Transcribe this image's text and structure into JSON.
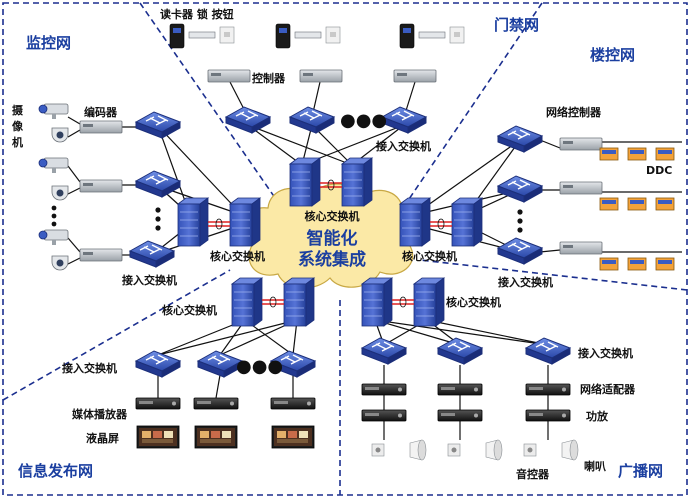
{
  "cloud": {
    "line1": "智能化",
    "line2": "系统集成",
    "core_label": "核心交换机"
  },
  "zones": {
    "monitoring": "监控网",
    "access_control": "门禁网",
    "building_control": "楼控网",
    "info_release": "信息发布网",
    "broadcast": "广播网"
  },
  "labels": {
    "reader_group": "读卡器  锁  按钮",
    "controller": "控制器",
    "access_switch": "接入交换机",
    "core_switch": "核心交换机",
    "camera_line1": "摄",
    "camera_line2": "像",
    "camera_line3": "机",
    "encoder": "编码器",
    "network_controller": "网络控制器",
    "ddc": "DDC",
    "media_player": "媒体播放器",
    "lcd": "液晶屏",
    "network_adapter": "网络适配器",
    "amplifier": "功放",
    "volume_controller": "音控器",
    "speaker": "喇叭"
  },
  "ellipsis": "●●●",
  "colors": {
    "zone_text": "#1b3fa0",
    "cloud_fill": "#fbe9a6",
    "switch_blue": "#2d4fb5",
    "divider": "#1b2f8f"
  }
}
